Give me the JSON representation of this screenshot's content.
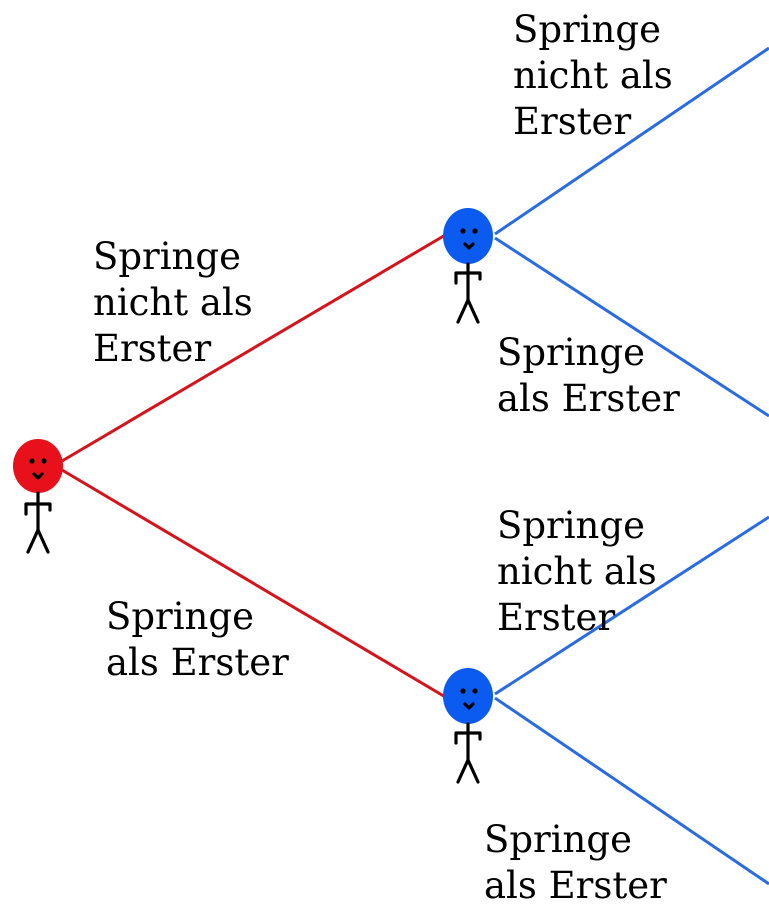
{
  "colors": {
    "player1": "#e8111b",
    "player2": "#0b5bf0",
    "edge_player1": "#d4131c",
    "edge_player2": "#2b6be0",
    "figure": "#000000"
  },
  "icons": {
    "player1": "red-stick-figure-icon",
    "player2_upper": "blue-stick-figure-icon",
    "player2_lower": "blue-stick-figure-icon"
  },
  "labels": {
    "p1_not_first": [
      "Springe",
      "nicht als",
      "Erster"
    ],
    "p1_first": [
      "Springe",
      "als Erster"
    ],
    "p2_upper_not_first": [
      "Springe",
      "nicht als",
      "Erster"
    ],
    "p2_upper_first": [
      "Springe",
      "als Erster"
    ],
    "p2_lower_not_first": [
      "Springe",
      "nicht als",
      "Erster"
    ],
    "p2_lower_first": [
      "Springe",
      "als Erster"
    ]
  }
}
